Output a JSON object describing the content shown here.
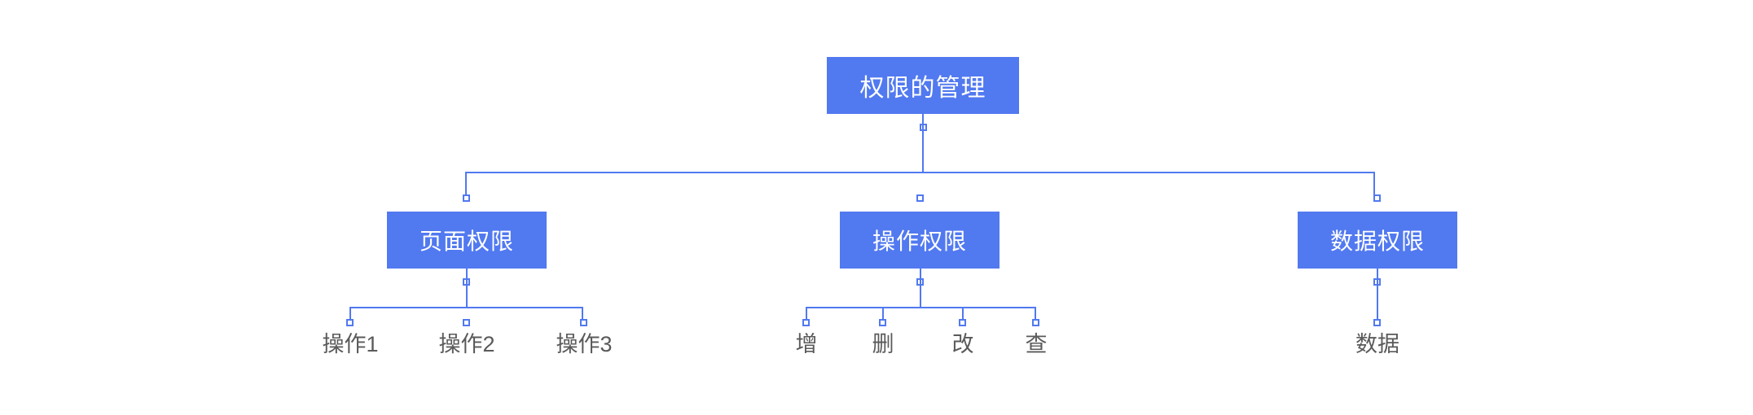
{
  "diagram": {
    "title_node": {
      "label": "权限的管理"
    },
    "level2": [
      {
        "id": "page",
        "label": "页面权限"
      },
      {
        "id": "oper",
        "label": "操作权限"
      },
      {
        "id": "data",
        "label": "数据权限"
      }
    ],
    "leaves": {
      "page": [
        "操作1",
        "操作2",
        "操作3"
      ],
      "oper": [
        "增",
        "删",
        "改",
        "查"
      ],
      "data": [
        "数据"
      ]
    }
  },
  "colors": {
    "node_fill": "#5179f0",
    "node_text": "#ffffff",
    "connector": "#5179f0",
    "leaf_text": "#5a5a5a",
    "background": "#ffffff"
  },
  "chart_data": {
    "type": "tree",
    "title": "权限的管理",
    "nodes": [
      {
        "id": "root",
        "label": "权限的管理",
        "level": 0,
        "parent": null,
        "style": "filled-box"
      },
      {
        "id": "page",
        "label": "页面权限",
        "level": 1,
        "parent": "root",
        "style": "filled-box"
      },
      {
        "id": "oper",
        "label": "操作权限",
        "level": 1,
        "parent": "root",
        "style": "filled-box"
      },
      {
        "id": "data",
        "label": "数据权限",
        "level": 1,
        "parent": "root",
        "style": "filled-box"
      },
      {
        "id": "page-1",
        "label": "操作1",
        "level": 2,
        "parent": "page",
        "style": "text"
      },
      {
        "id": "page-2",
        "label": "操作2",
        "level": 2,
        "parent": "page",
        "style": "text"
      },
      {
        "id": "page-3",
        "label": "操作3",
        "level": 2,
        "parent": "page",
        "style": "text"
      },
      {
        "id": "oper-1",
        "label": "增",
        "level": 2,
        "parent": "oper",
        "style": "text"
      },
      {
        "id": "oper-2",
        "label": "删",
        "level": 2,
        "parent": "oper",
        "style": "text"
      },
      {
        "id": "oper-3",
        "label": "改",
        "level": 2,
        "parent": "oper",
        "style": "text"
      },
      {
        "id": "oper-4",
        "label": "查",
        "level": 2,
        "parent": "oper",
        "style": "text"
      },
      {
        "id": "data-1",
        "label": "数据",
        "level": 2,
        "parent": "data",
        "style": "text"
      }
    ]
  }
}
